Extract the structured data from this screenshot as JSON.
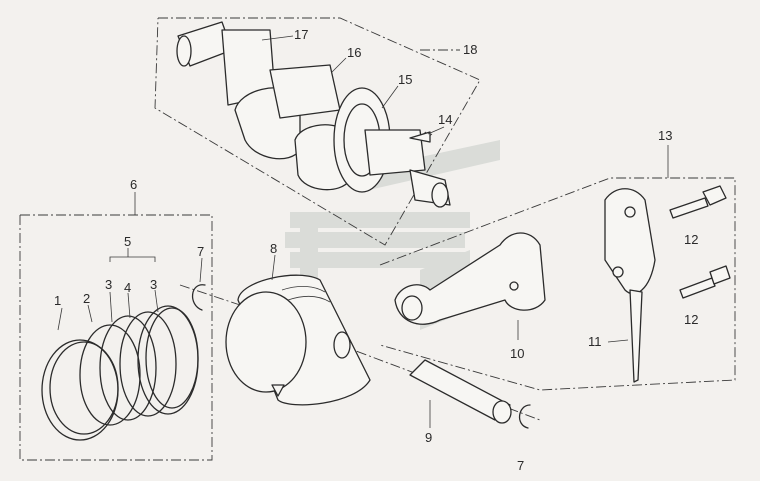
{
  "diagram": {
    "callouts": {
      "c1": "1",
      "c2": "2",
      "c3a": "3",
      "c4": "4",
      "c3b": "3",
      "c5": "5",
      "c6": "6",
      "c7a": "7",
      "c7b": "7",
      "c8": "8",
      "c9": "9",
      "c10": "10",
      "c11": "11",
      "c12a": "12",
      "c12b": "12",
      "c13": "13",
      "c14": "14",
      "c15": "15",
      "c16": "16",
      "c17": "17",
      "c18": "18"
    },
    "watermark_color": "#c6ccc7"
  }
}
